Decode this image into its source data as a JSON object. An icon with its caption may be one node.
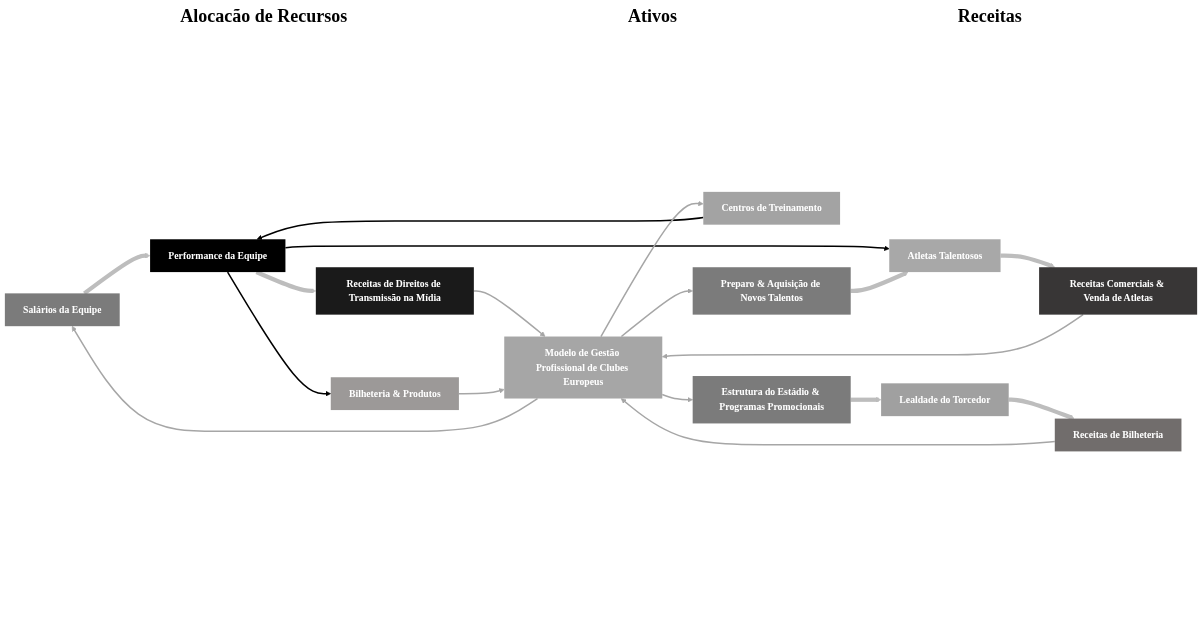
{
  "diagram": {
    "nodes": [
      {
        "text": [
          "Salários da Equipe"
        ]
      },
      {
        "text": [
          "Performance da Equipe"
        ]
      },
      {
        "text": [
          "Receitas de Direitos de Transmissão na Mídia"
        ]
      },
      {
        "text": [
          "Centros de Treinamento"
        ]
      },
      {
        "text": [
          "Bilheteria & Produtos"
        ]
      },
      {
        "text": [
          "Preparo & Aquisição de Novos Talentos"
        ]
      },
      {
        "text": [
          "Atletas Talentosos"
        ]
      },
      {
        "text": [
          "Receitas Comerciais & Venda de Atletas"
        ]
      },
      {
        "text": [
          "Estrutura do Estádio & Programas Promocionais"
        ]
      },
      {
        "text": [
          "Lealdade do Torcedor"
        ]
      },
      {
        "text": [
          "Receitas de Bilheteria"
        ]
      },
      {
        "text": [
          "Modelo de Gestão Profissional de Clubes Europeus"
        ]
      }
    ],
    "edges": [
      {
        "from": 0,
        "to": 1,
        "arrow": "to",
        "style": "thick",
        "color": "#bdbdbd"
      },
      {
        "from": 1,
        "to": 2,
        "arrow": "to",
        "style": "thick",
        "color": "#bdbdbd"
      },
      {
        "from": 3,
        "to": 1,
        "arrow": "to",
        "color": "#000000"
      },
      {
        "from": 1,
        "to": 6,
        "arrow": "to",
        "color": "#000000"
      },
      {
        "from": 1,
        "to": 4,
        "arrow": "to",
        "color": "#000000"
      },
      {
        "from": 5,
        "to": 6,
        "arrow": "to",
        "style": "thick",
        "color": "#bdbdbd"
      },
      {
        "from": 6,
        "to": 7,
        "arrow": "to",
        "style": "thick",
        "color": "#bdbdbd"
      },
      {
        "from": 8,
        "to": 9,
        "arrow": "to",
        "style": "thick",
        "color": "#bdbdbd"
      },
      {
        "from": 9,
        "to": 10,
        "arrow": "to",
        "style": "thick",
        "color": "#bdbdbd"
      },
      {
        "from": 2,
        "to": 11,
        "arrow": "to"
      },
      {
        "from": 4,
        "to": 11,
        "arrow": "to"
      },
      {
        "from": 7,
        "to": 11,
        "arrow": "to"
      },
      {
        "from": 10,
        "to": 11,
        "arrow": "to"
      },
      {
        "from": 11,
        "to": 0,
        "arrow": "to"
      },
      {
        "from": 11,
        "to": 3,
        "arrow": "to"
      },
      {
        "from": 11,
        "to": 5,
        "arrow": "to"
      },
      {
        "from": 11,
        "to": 8,
        "arrow": "to"
      }
    ],
    "labels": [
      "Alocacão de Recursos",
      "Ativos",
      "Receitas"
    ]
  }
}
